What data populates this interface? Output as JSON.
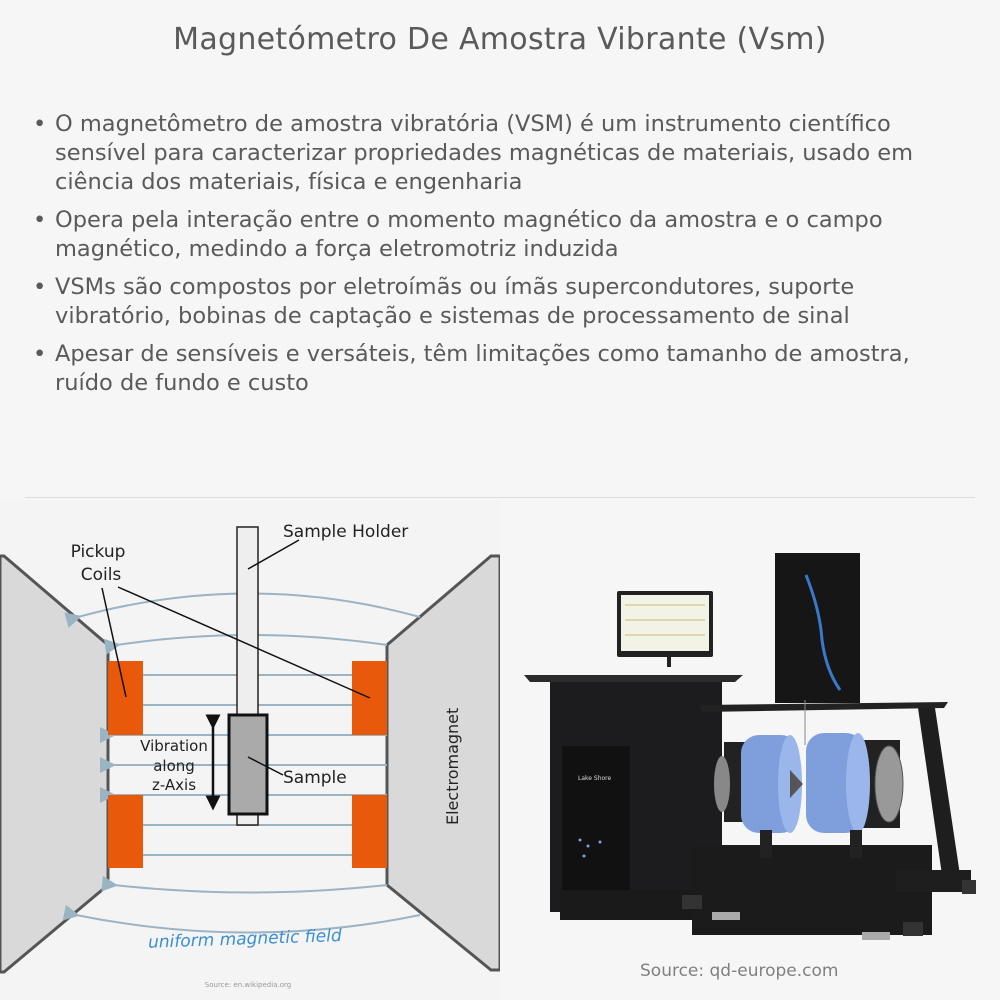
{
  "title": "Magnetómetro De Amostra Vibrante (Vsm)",
  "bullets": [
    "O magnetômetro de amostra vibratória (VSM) é um instrumento científico sensível para caracterizar propriedades magnéticas de materiais, usado em ciência dos materiais, física e engenharia",
    "Opera pela interação entre o momento magnético da amostra e o campo magnético, medindo a força eletromotriz induzida",
    "VSMs são compostos por eletroímãs ou ímãs supercondutores, suporte vibratório, bobinas de captação e sistemas de processamento de sinal",
    "Apesar de sensíveis e versáteis, têm limitações como tamanho de amostra, ruído de fundo e custo"
  ],
  "bullet_symbol": "•",
  "diagram": {
    "sample_holder": "Sample Holder",
    "pickup_1": "Pickup",
    "pickup_2": "Coils",
    "vibration_1": "Vibration",
    "vibration_2": "along",
    "vibration_3": "z-Axis",
    "sample": "Sample",
    "electromagnet": "Electromagnet",
    "field": "uniform magnetic field",
    "source": "Source: en.wikipedia.org",
    "colors": {
      "coil": "#e8590c",
      "field_line": "#9bb4c4",
      "field_text": "#3a8fd0",
      "magnet": "#d9d9d9"
    }
  },
  "photo": {
    "brand": "Lake Shore",
    "source": "Source: qd-europe.com",
    "colors": {
      "coil_blue": "#7f9fdc",
      "body": "#1c1c1e"
    }
  }
}
